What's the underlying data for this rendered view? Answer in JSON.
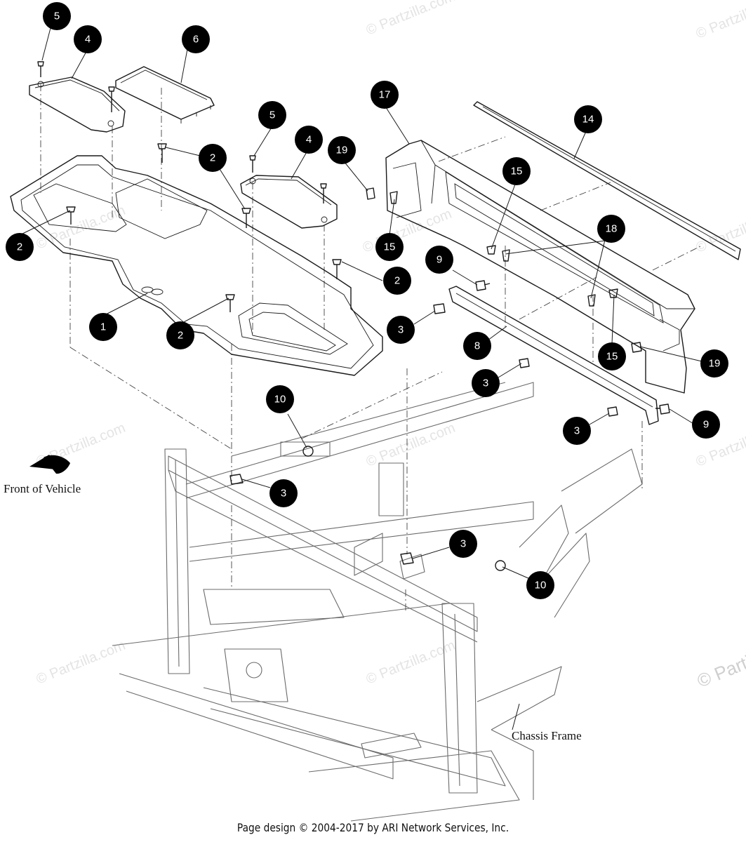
{
  "watermark": {
    "text": "© Partzilla.com",
    "text_cut": "© Parti"
  },
  "labels": {
    "front_of_vehicle": "Front of Vehicle",
    "chassis_frame": "Chassis Frame"
  },
  "callouts": [
    "5",
    "4",
    "6",
    "2",
    "17",
    "14",
    "19",
    "15",
    "4",
    "5",
    "2",
    "2",
    "15",
    "18",
    "9",
    "3",
    "1",
    "2",
    "8",
    "19",
    "15",
    "3",
    "10",
    "3",
    "9",
    "3",
    "3",
    "10"
  ],
  "footer": "Page design © 2004-2017 by ARI Network Services, Inc."
}
